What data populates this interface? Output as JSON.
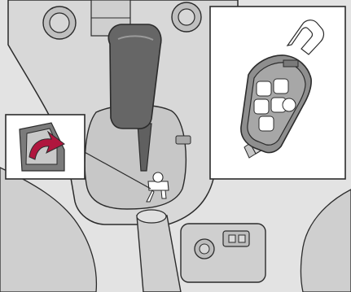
{
  "figure": {
    "type": "manual-illustration",
    "scene": "center-console",
    "insets": [
      "key-remote",
      "lock-release-cover"
    ],
    "colors": {
      "outline": "#2b2b2b",
      "console_light": "#d6d6d6",
      "console_mid": "#bdbdbd",
      "console_dark": "#8f8f8f",
      "shadow": "#6f6f6f",
      "arrow": "#b0163e",
      "inset_bg": "#ffffff"
    }
  }
}
